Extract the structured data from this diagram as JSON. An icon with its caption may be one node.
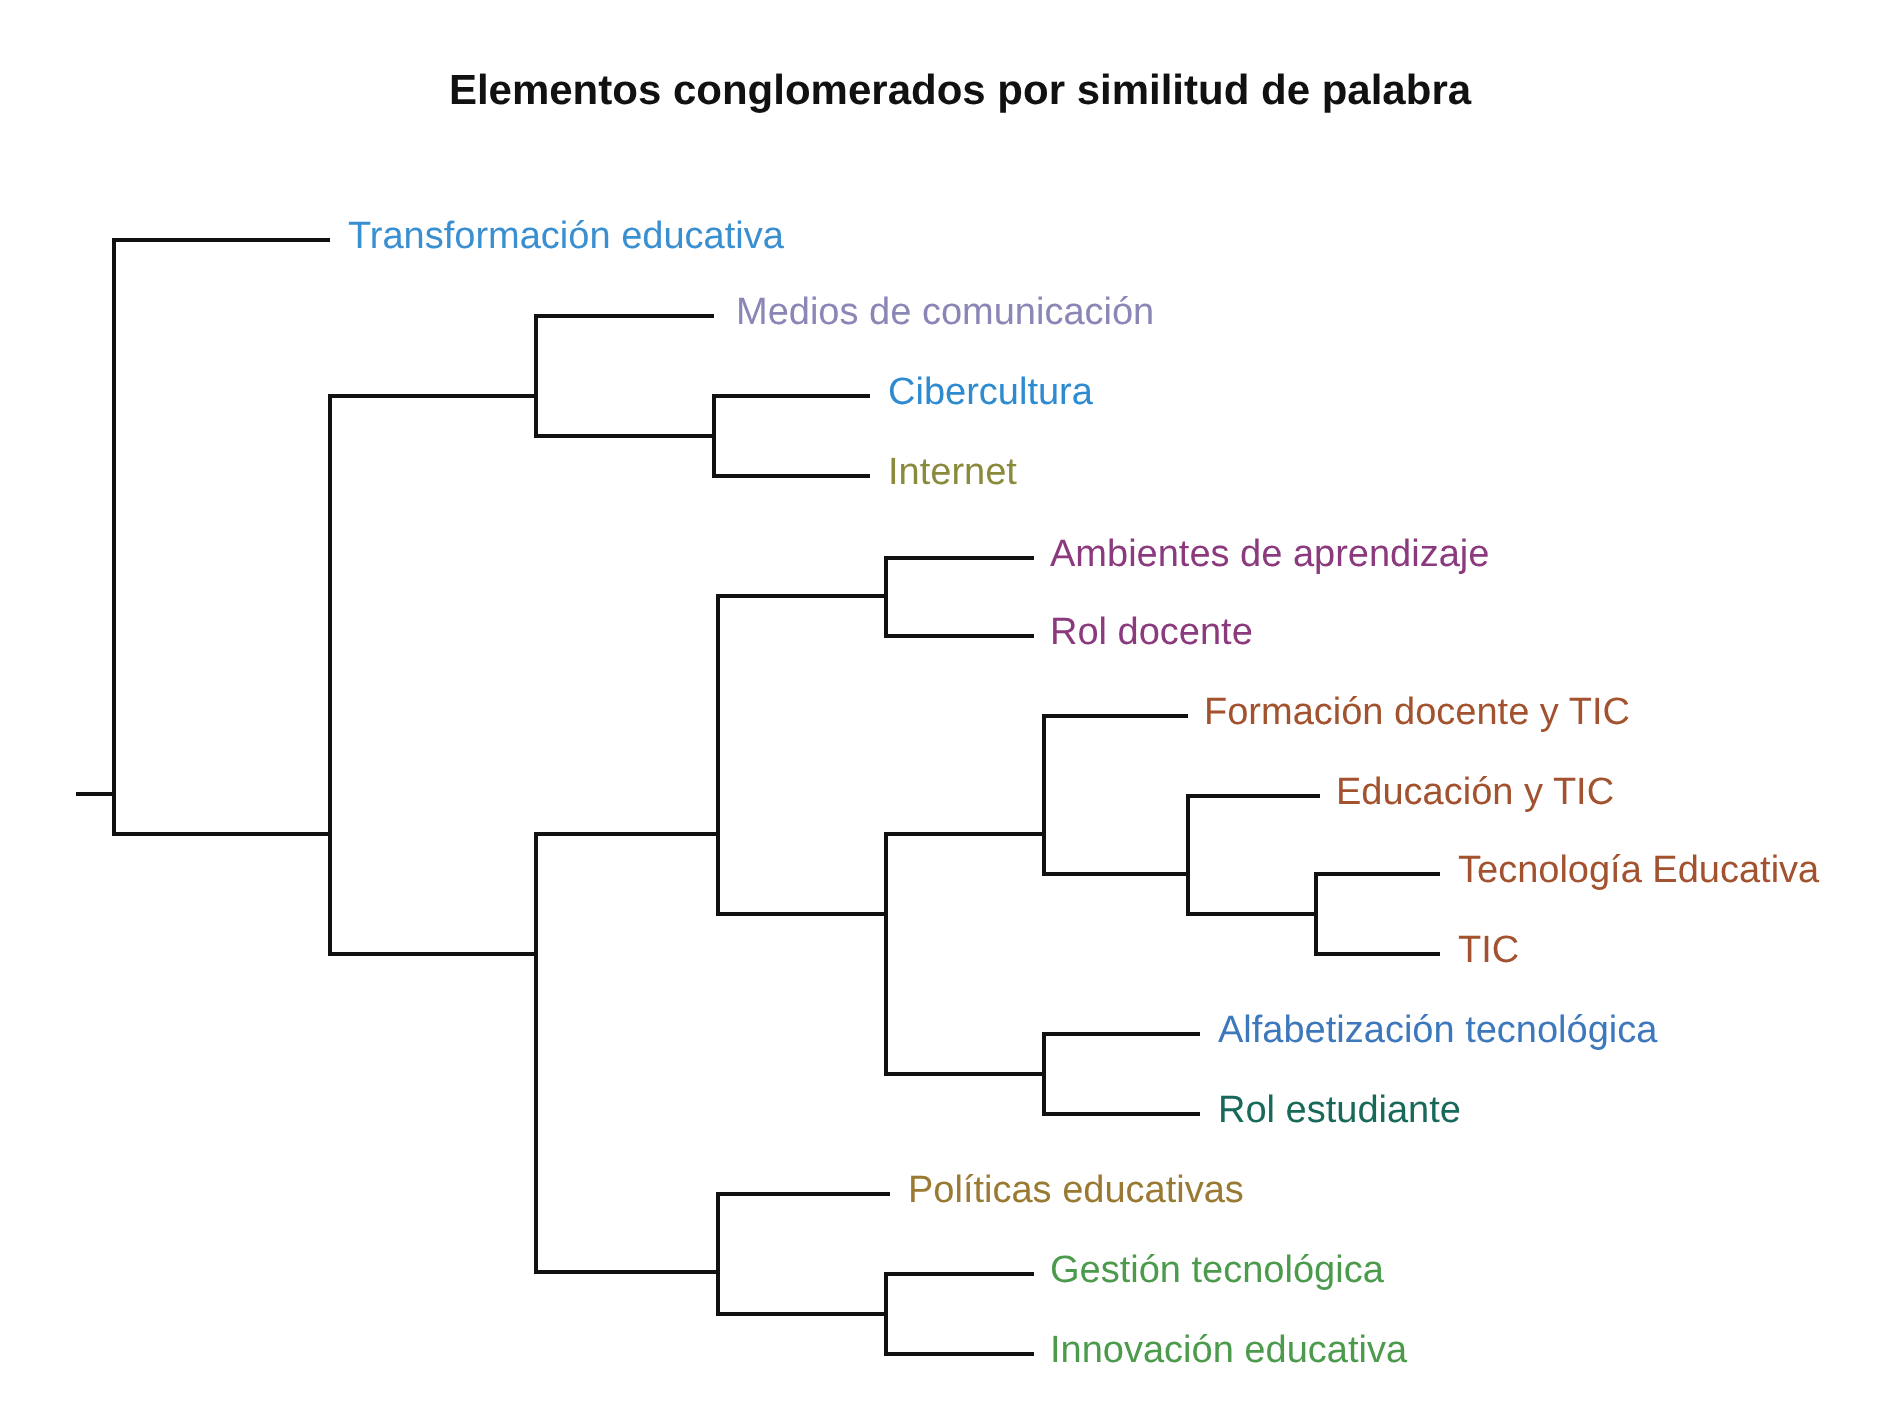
{
  "diagram": {
    "title": "Elementos conglomerados por similitud de palabra",
    "labels": [
      "Transformación educativa",
      "Medios de comunicación",
      "Cibercultura",
      "Internet",
      "Ambientes de aprendizaje",
      "Rol docente",
      "Formación docente y TIC",
      "Educación y TIC",
      "Tecnología Educativa",
      "TIC",
      "Alfabetización tecnológica",
      "Rol estudiante",
      "Políticas educativas",
      "Gestión tecnológica",
      "Innovación educativa"
    ]
  }
}
